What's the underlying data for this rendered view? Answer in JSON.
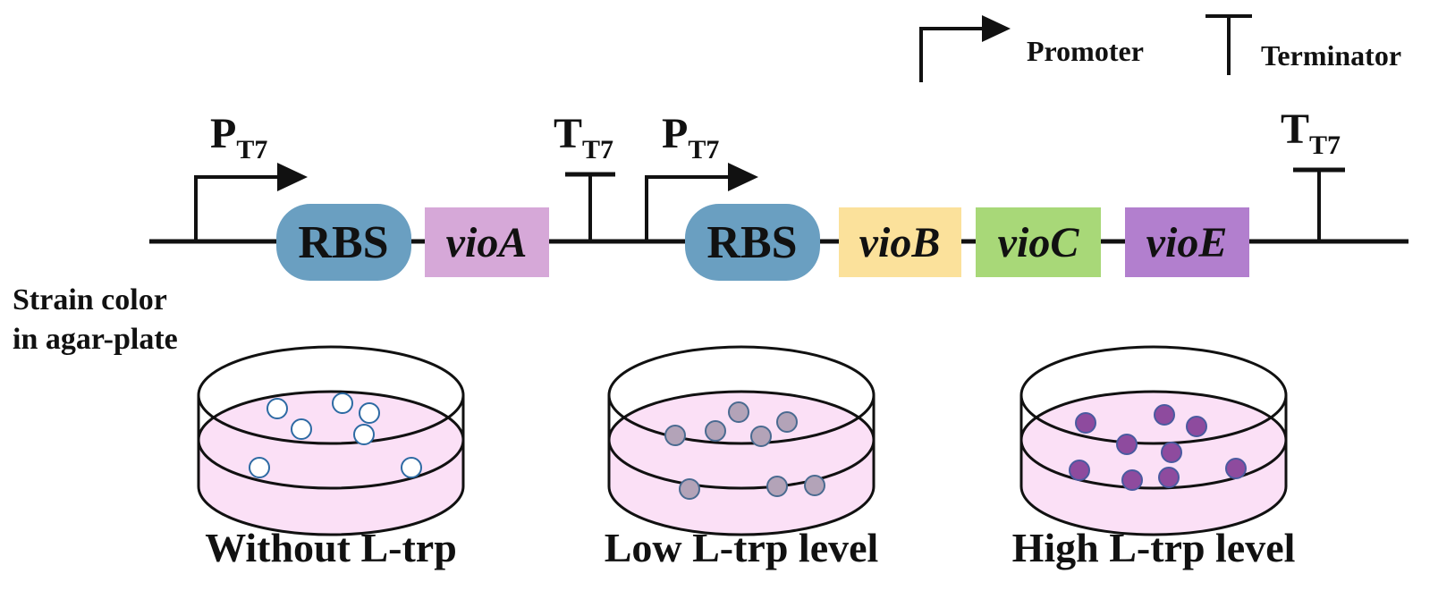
{
  "legend": {
    "promoter_label": "Promoter",
    "terminator_label": "Terminator"
  },
  "construct": {
    "promoter_1": {
      "main": "P",
      "sub": "T7"
    },
    "promoter_2": {
      "main": "P",
      "sub": "T7"
    },
    "terminator_1": {
      "main": "T",
      "sub": "T7"
    },
    "terminator_2": {
      "main": "T",
      "sub": "T7"
    },
    "parts": [
      {
        "label": "RBS",
        "kind": "rbs",
        "color": "#6a9fc1"
      },
      {
        "label": "vioA",
        "kind": "gene",
        "color": "#d6a8d8"
      },
      {
        "label": "RBS",
        "kind": "rbs",
        "color": "#6a9fc1"
      },
      {
        "label": "vioB",
        "kind": "gene",
        "color": "#fbe19b"
      },
      {
        "label": "vioC",
        "kind": "gene",
        "color": "#a8d878"
      },
      {
        "label": "vioE",
        "kind": "gene",
        "color": "#b27fce"
      }
    ]
  },
  "side_label": {
    "line1": "Strain color",
    "line2": "in agar-plate"
  },
  "dishes": [
    {
      "caption": "Without L-trp",
      "medium_color": "#fbe0f6",
      "colony_fill": "#ffffff",
      "colony_stroke": "#2d6aa3"
    },
    {
      "caption": "Low L-trp level",
      "medium_color": "#fbe0f6",
      "colony_fill": "#b3a3b8",
      "colony_stroke": "#4a6a90"
    },
    {
      "caption": "High L-trp level",
      "medium_color": "#fbe0f6",
      "colony_fill": "#8e4b9e",
      "colony_stroke": "#4a5aa0"
    }
  ]
}
